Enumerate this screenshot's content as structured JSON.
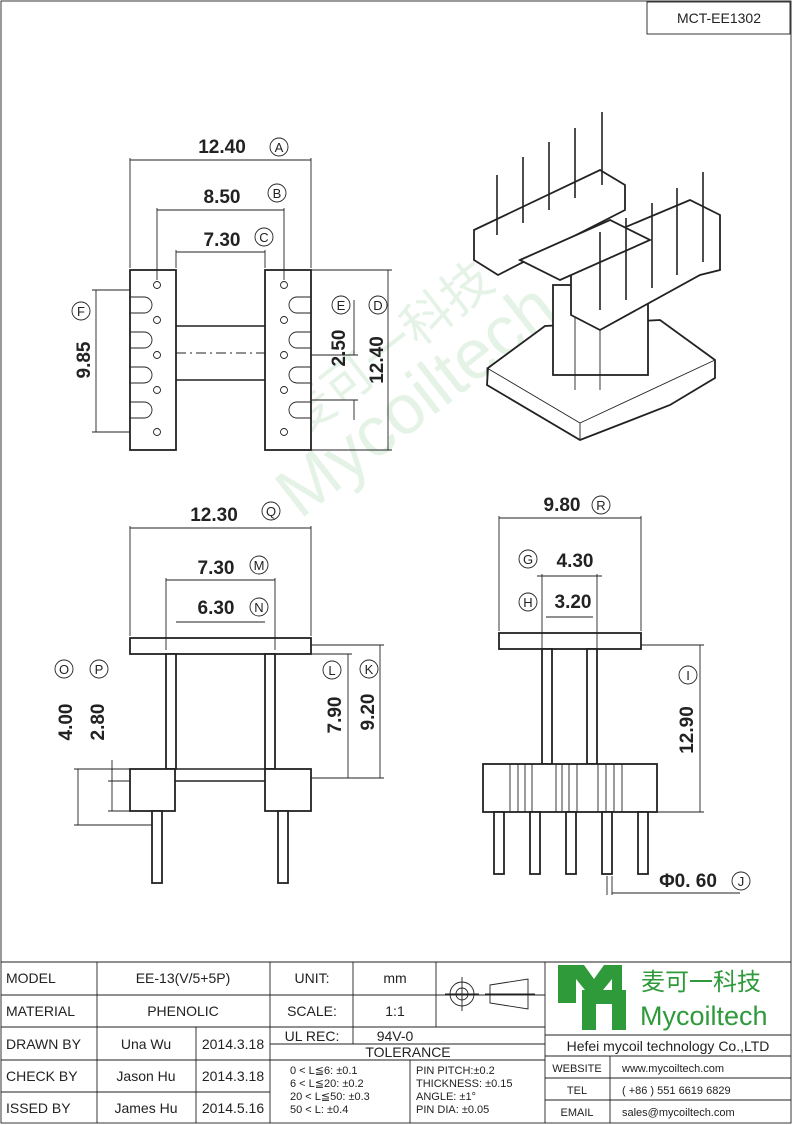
{
  "part_no": "MCT-EE1302",
  "dims": {
    "A": "12.40",
    "B": "8.50",
    "C": "7.30",
    "D": "12.40",
    "E": "2.50",
    "F": "9.85",
    "Q": "12.30",
    "M": "7.30",
    "N": "6.30",
    "K": "9.20",
    "L": "7.90",
    "O": "4.00",
    "P": "2.80",
    "R": "9.80",
    "G": "4.30",
    "H": "3.20",
    "I": "12.90",
    "J": "Φ0. 60"
  },
  "watermark": {
    "cn": "麦可一科技",
    "en": "Mycoiltech"
  },
  "title_block": {
    "model_label": "MODEL",
    "model": "EE-13(V/5+5P)",
    "material_label": "MATERIAL",
    "material": "PHENOLIC",
    "drawn_label": "DRAWN BY",
    "drawn_by": "Una Wu",
    "drawn_date": "2014.3.18",
    "check_label": "CHECK BY",
    "check_by": "Jason Hu",
    "check_date": "2014.3.18",
    "issued_label": "ISSED BY",
    "issued_by": "James Hu",
    "issued_date": "2014.5.16",
    "unit_label": "UNIT:",
    "unit": "mm",
    "scale_label": "SCALE:",
    "scale": "1:1",
    "ul_label": "UL REC:",
    "ul": "94V-0",
    "tolerance_label": "TOLERANCE",
    "tol": [
      "0 < L≦6:  ±0.1",
      "6 < L≦20:  ±0.2",
      "20 < L≦50:  ±0.3",
      "50 < L:  ±0.4"
    ],
    "tol2": [
      "PIN PITCH:±0.2",
      "THICKNESS:  ±0.15",
      "ANGLE:  ±1°",
      "PIN DIA:  ±0.05"
    ],
    "company_cn": "麦可一科技",
    "company_en": "Mycoiltech",
    "company_full": "Hefei mycoil technology Co.,LTD",
    "website_label": "WEBSITE",
    "website": "www.mycoiltech.com",
    "tel_label": "TEL",
    "tel": "( +86 ) 551 6619 6829",
    "email_label": "EMAIL",
    "email": "sales@mycoiltech.com"
  },
  "colors": {
    "logo_green": "#2f9a3a",
    "line": "#222222"
  }
}
